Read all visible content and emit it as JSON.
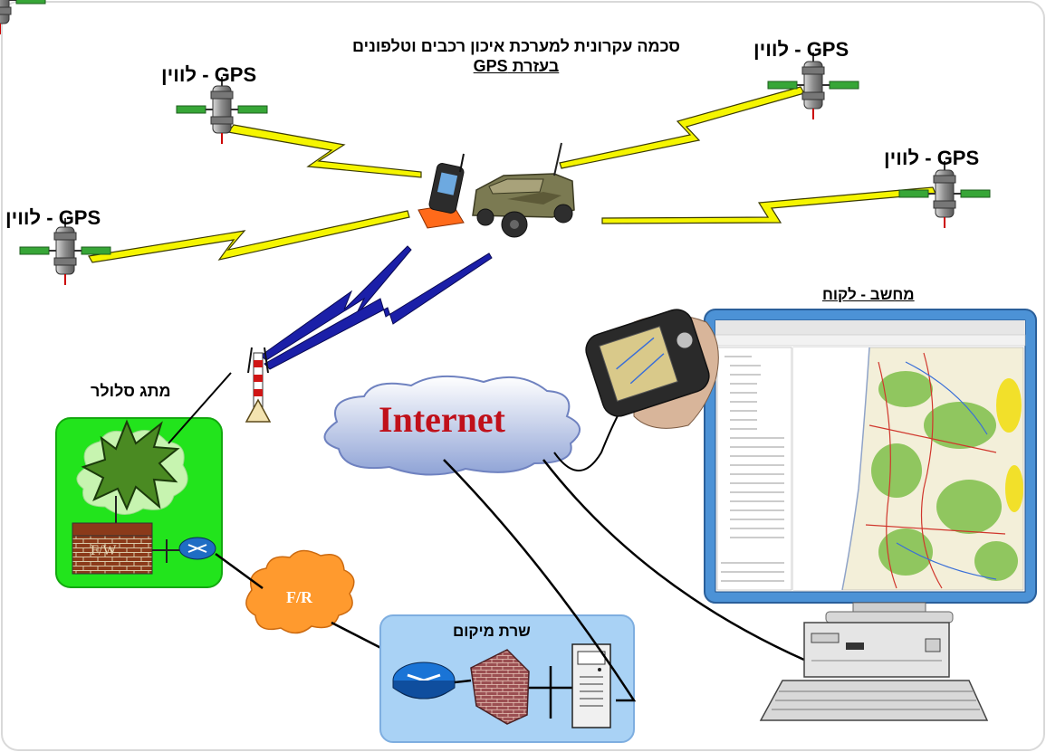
{
  "diagram": {
    "title_line1": "סכמה עקרונית למערכת איכון רכבים וטלפונים",
    "title_line2": "בעזרת GPS",
    "satellite_label": "לווין - GPS",
    "cellular_switch_label": "מתג סלולר",
    "firewall_label": "F/W",
    "frame_relay_label": "F/R",
    "internet_label": "Internet",
    "hosting_server_label": "שרת מיקום",
    "client_computer_label": "מחשב - לקוח"
  },
  "colors": {
    "cellular_box": "#22e41c",
    "hosting_box": "#a9d2f5",
    "frame_relay_cloud": "#ff9a2e",
    "internet_text": "#c0101a",
    "gps_signal": "#f5f500",
    "cell_signal": "#1b1fa8",
    "monitor_frame": "#4c92d6"
  }
}
